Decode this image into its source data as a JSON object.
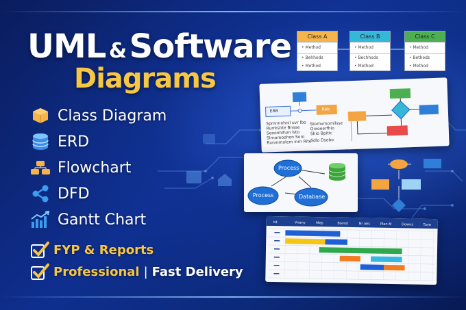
{
  "headline": {
    "uml": "UML",
    "amp": "&",
    "software": "Software",
    "diagrams": "Diagrams"
  },
  "features": [
    {
      "label": "Class Diagram",
      "icon": "box-icon"
    },
    {
      "label": "ERD",
      "icon": "database-icon"
    },
    {
      "label": "Flowchart",
      "icon": "flowchart-icon"
    },
    {
      "label": "DFD",
      "icon": "share-nodes-icon"
    },
    {
      "label": "Gantt Chart",
      "icon": "bar-chart-icon"
    }
  ],
  "checks": [
    {
      "text": "FYP & Reports"
    },
    {
      "text": "Professional",
      "sep": "|",
      "text2": "Fast Delivery"
    }
  ],
  "uml_classes": [
    {
      "name": "Class A",
      "color": "#f5b54a",
      "rows": [
        "Method",
        "Behhods",
        "Method"
      ]
    },
    {
      "name": "Class B",
      "color": "#35b8d8",
      "rows": [
        "Method",
        "Bechhods",
        "Method"
      ]
    },
    {
      "name": "Class C",
      "color": "#4caf50",
      "rows": [
        "Method",
        "Bethods",
        "Method"
      ]
    }
  ],
  "erd_card": {
    "entity_left": "ERB",
    "entity_right": "Rob",
    "left_rows": [
      "Spmnnnhnil ovr lbo",
      "Rurrkshte Bnsse",
      "Seoonhihon lsto",
      "Slrnoreoohon Soro",
      "Rxnmmolem inm Rite"
    ],
    "right_rows": [
      "Stomvmomllsse",
      "Orxoeerfhio",
      "Shio Bpitic"
    ],
    "legend": "Sdlo Dsebo"
  },
  "dfd_card": {
    "process_top": "Process",
    "process_left": "Process",
    "database": "Database"
  },
  "gantt": {
    "headers": [
      "Ist",
      "Vnany",
      "Mep",
      "Bovsd",
      "Nr ahs",
      "Plan M",
      "Downs",
      "Tuve"
    ],
    "rows": 6,
    "bars": [
      {
        "row": 0,
        "start": 0.0,
        "end": 0.37,
        "color": "#1f5fd6"
      },
      {
        "row": 1,
        "start": 0.0,
        "end": 0.27,
        "color": "#f5c518"
      },
      {
        "row": 1,
        "start": 0.27,
        "end": 0.42,
        "color": "#1f5fd6"
      },
      {
        "row": 2,
        "start": 0.23,
        "end": 0.79,
        "color": "#2ea84a"
      },
      {
        "row": 3,
        "start": 0.37,
        "end": 0.51,
        "color": "#f07d22"
      },
      {
        "row": 3,
        "start": 0.58,
        "end": 0.79,
        "color": "#34b7e0"
      },
      {
        "row": 4,
        "start": 0.51,
        "end": 0.67,
        "color": "#1f5fd6"
      },
      {
        "row": 4,
        "start": 0.67,
        "end": 0.81,
        "color": "#f07d22"
      }
    ]
  },
  "colors": {
    "accent_yellow": "#f6c744",
    "bg_dark": "#0b1f5c",
    "bg_light": "#1f5ad0"
  }
}
